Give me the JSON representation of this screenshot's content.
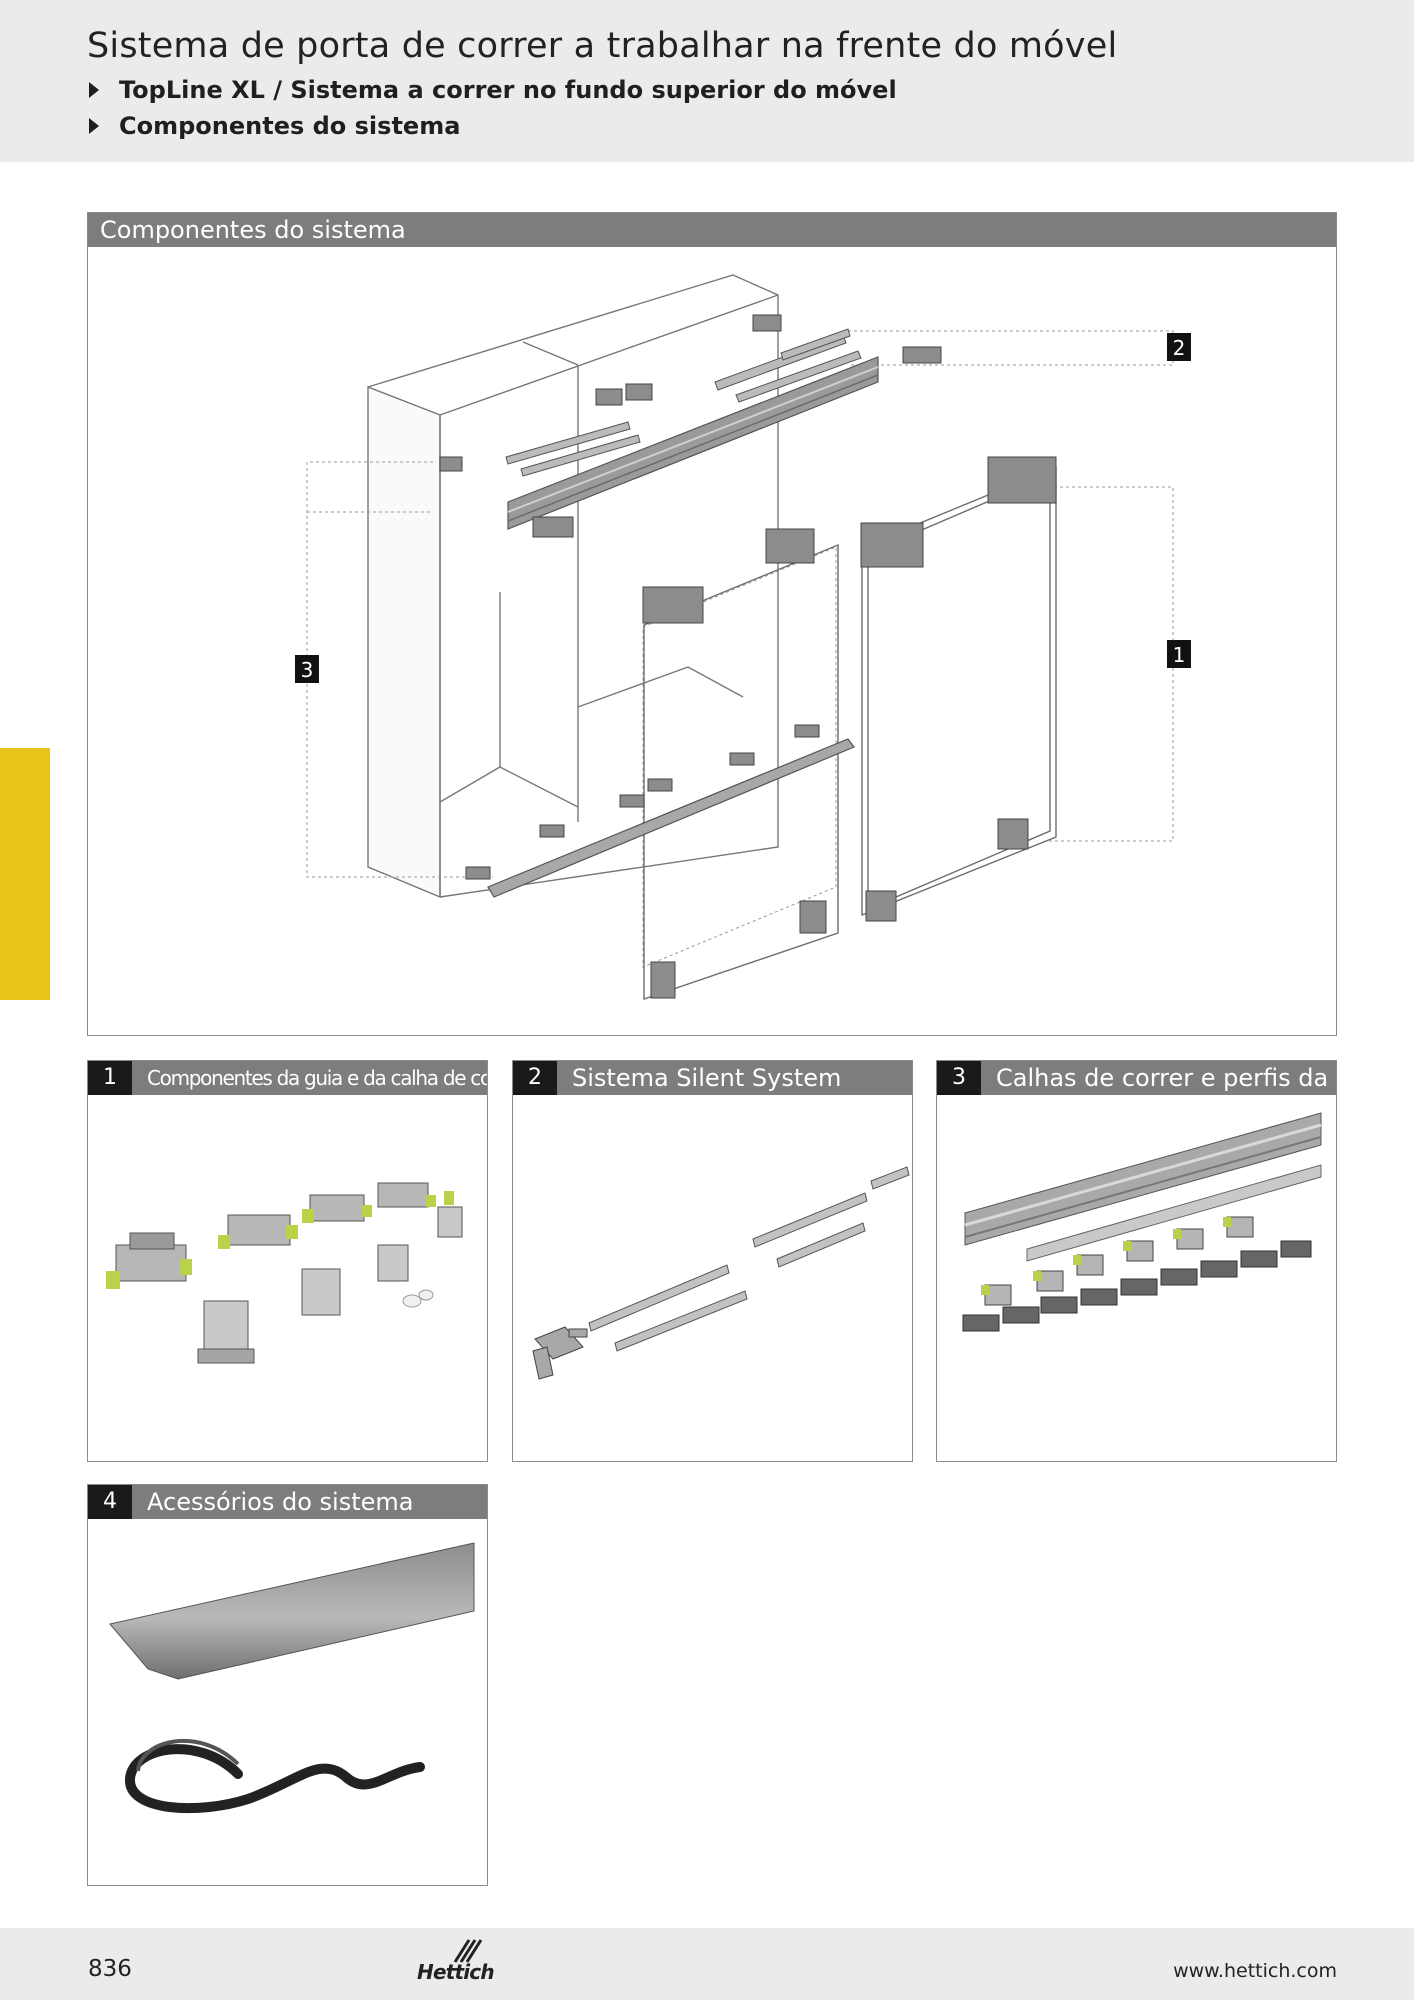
{
  "header": {
    "title": "Sistema de porta de correr a trabalhar na frente do móvel",
    "subitems": [
      "TopLine XL / Sistema a correr no fundo superior do móvel",
      "Componentes do sistema"
    ]
  },
  "main_figure": {
    "heading": "Componentes do sistema",
    "callouts": [
      "2",
      "3",
      "1"
    ]
  },
  "panels": [
    {
      "number": "1",
      "title": "Componentes da guia e da calha de correr"
    },
    {
      "number": "2",
      "title": "Sistema Silent System"
    },
    {
      "number": "3",
      "title": "Calhas de correr e perfis da guia"
    },
    {
      "number": "4",
      "title": "Acessórios do sistema"
    }
  ],
  "footer": {
    "page_number": "836",
    "brand": "Hettich",
    "website": "www.hettich.com"
  },
  "colors": {
    "header_band": "#ebebeb",
    "heading_bar": "#7d7d7d",
    "number_badge": "#1a1a1a",
    "accent_yellow": "#e8c41b"
  }
}
